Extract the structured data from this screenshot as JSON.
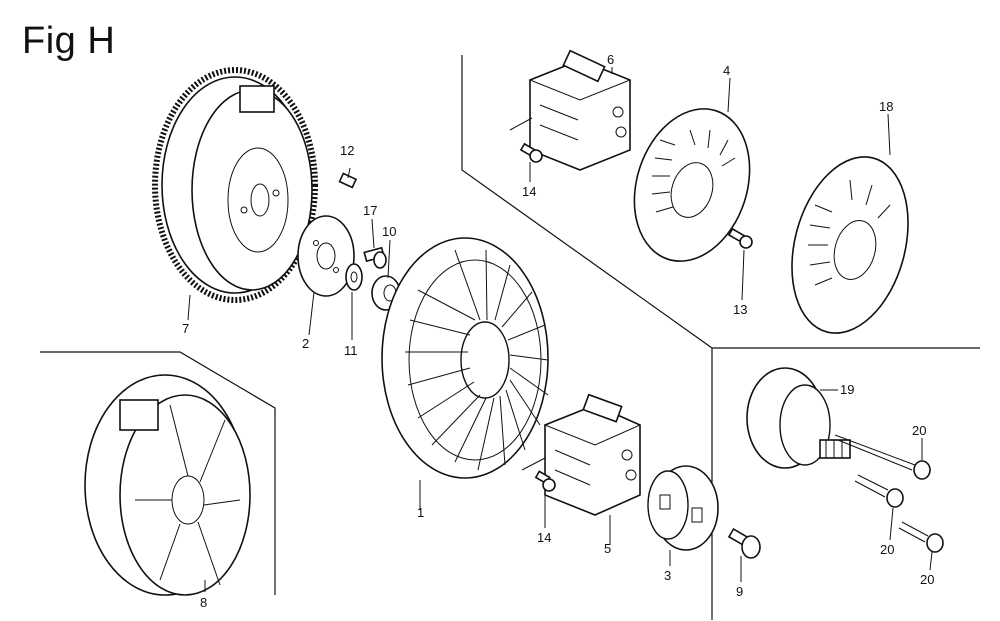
{
  "figure": {
    "title": "Fig H"
  },
  "callouts": [
    {
      "id": "c1",
      "text": "1"
    },
    {
      "id": "c2",
      "text": "2"
    },
    {
      "id": "c3",
      "text": "3"
    },
    {
      "id": "c4",
      "text": "4"
    },
    {
      "id": "c5",
      "text": "5"
    },
    {
      "id": "c6",
      "text": "6"
    },
    {
      "id": "c7",
      "text": "7"
    },
    {
      "id": "c8",
      "text": "8"
    },
    {
      "id": "c9",
      "text": "9"
    },
    {
      "id": "c10",
      "text": "10"
    },
    {
      "id": "c11",
      "text": "11"
    },
    {
      "id": "c12",
      "text": "12"
    },
    {
      "id": "c13",
      "text": "13"
    },
    {
      "id": "c14a",
      "text": "14"
    },
    {
      "id": "c14b",
      "text": "14"
    },
    {
      "id": "c17",
      "text": "17"
    },
    {
      "id": "c18",
      "text": "18"
    },
    {
      "id": "c19",
      "text": "19"
    },
    {
      "id": "c20a",
      "text": "20"
    },
    {
      "id": "c20b",
      "text": "20"
    },
    {
      "id": "c20c",
      "text": "20"
    }
  ]
}
